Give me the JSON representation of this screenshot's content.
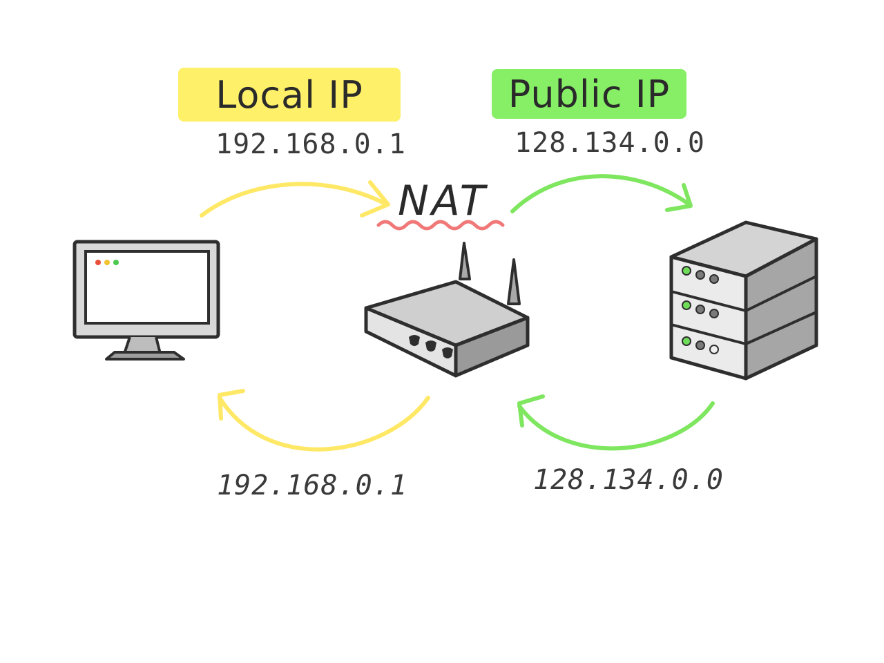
{
  "diagram": {
    "local_label": "Local IP",
    "public_label": "Public IP",
    "nat_label": "NAT",
    "local_ip_top": "192.168.0.1",
    "public_ip_top": "128.134.0.0",
    "local_ip_bottom": "192.168.0.1",
    "public_ip_bottom": "128.134.0.0"
  },
  "colors": {
    "local": "#fff176",
    "public": "#7ef064",
    "local_arrow": "#ffe866",
    "public_arrow": "#7fe65f",
    "nat_wave": "#f07878",
    "outline": "#2e2e2e",
    "device_fill": "#d6d6d6",
    "screen_dots": [
      "#e8503a",
      "#f2c230",
      "#4cc94c"
    ]
  }
}
